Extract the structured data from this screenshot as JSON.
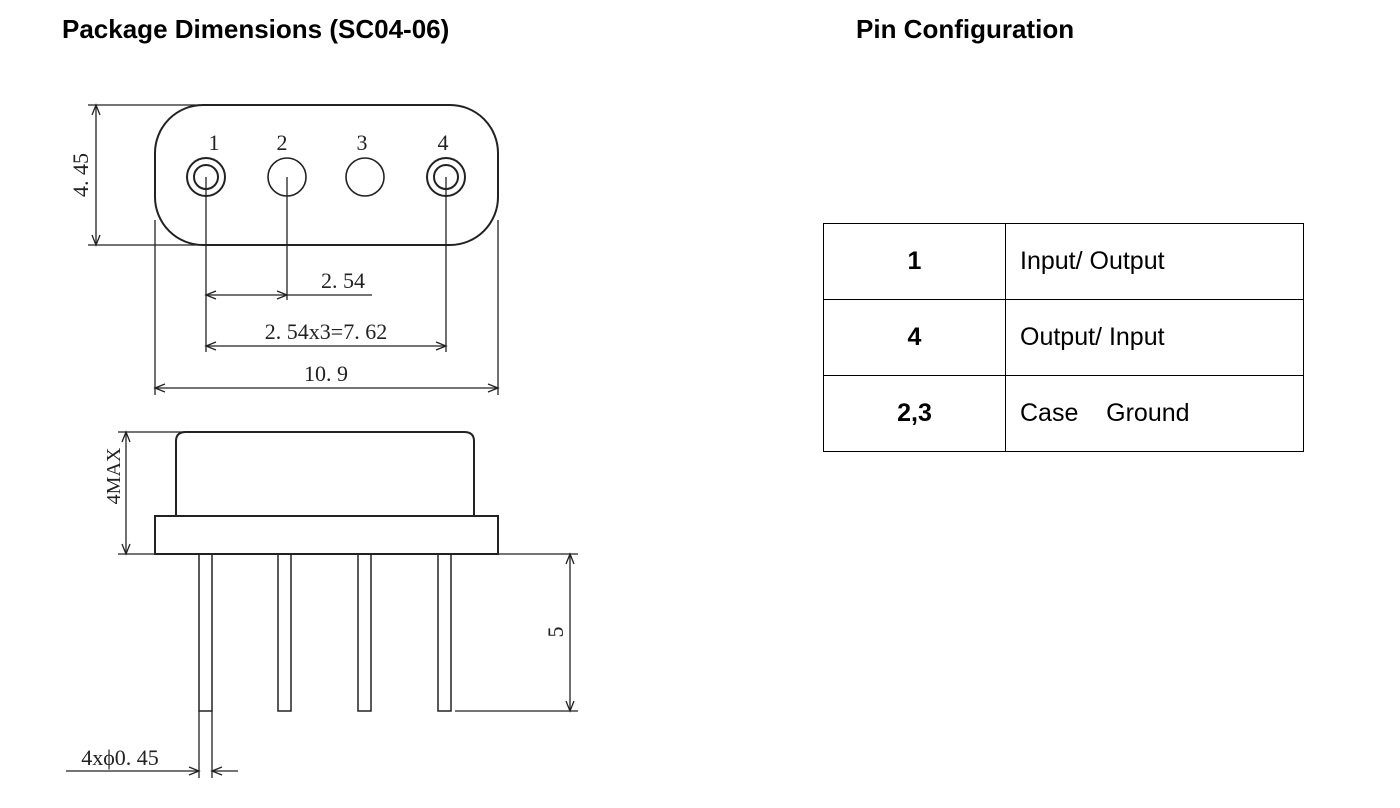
{
  "left_title": "Package Dimensions (SC04-06)",
  "right_title": "Pin Configuration",
  "drawing": {
    "pin_labels": [
      "1",
      "2",
      "3",
      "4"
    ],
    "dim_height": "4. 45",
    "dim_pitch": "2. 54",
    "dim_span": "2. 54x3=7. 62",
    "dim_width": "10. 9",
    "dim_max_height": "4MAX",
    "dim_lead_length": "5",
    "dim_lead_dia": "4xϕ0. 45"
  },
  "pin_table": {
    "rows": [
      {
        "pin": "1",
        "function": "Input/ Output"
      },
      {
        "pin": "4",
        "function": "Output/ Input"
      },
      {
        "pin": "2,3",
        "function": "Case    Ground"
      }
    ]
  }
}
